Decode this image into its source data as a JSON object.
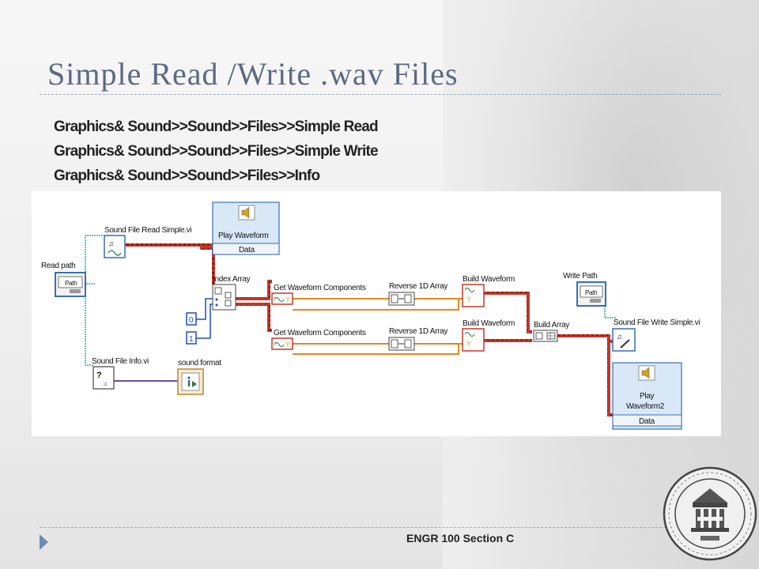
{
  "slide": {
    "title": "Simple Read /Write .wav Files",
    "palette_paths": [
      "Graphics& Sound>>Sound>>Files>>Simple Read",
      "Graphics& Sound>>Sound>>Files>>Simple Write",
      "Graphics& Sound>>Sound>>Files>>Info"
    ],
    "footer": "ENGR 100 Section C"
  },
  "diagram": {
    "read_path_label": "Read path",
    "path_text": "Path",
    "read_simple_label": "Sound File Read Simple.vi",
    "play_waveform_label": "Play Waveform",
    "data_label": "Data",
    "index_array_label": "Index Array",
    "index_0": "0",
    "index_1": "1",
    "get_waveform_components_label": "Get Waveform Components",
    "reverse_1d_array_label": "Reverse 1D Array",
    "build_waveform_label": "Build Waveform",
    "build_array_label": "Build Array",
    "write_path_label": "Write Path",
    "write_simple_label": "Sound File Write Simple.vi",
    "play_waveform2_line1": "Play",
    "play_waveform2_line2": "Waveform2",
    "info_label": "Sound File Info.vi",
    "sound_format_label": "sound format",
    "y_text": "Y",
    "question_mark": "?"
  },
  "colors": {
    "title": "#5c6a80",
    "waveform_wire": "#c0392b",
    "array_wire": "#e08a1e",
    "path_wire": "#2aa89a",
    "numeric_wire": "#1f4fb5",
    "node_border": "#3a6fb0"
  }
}
